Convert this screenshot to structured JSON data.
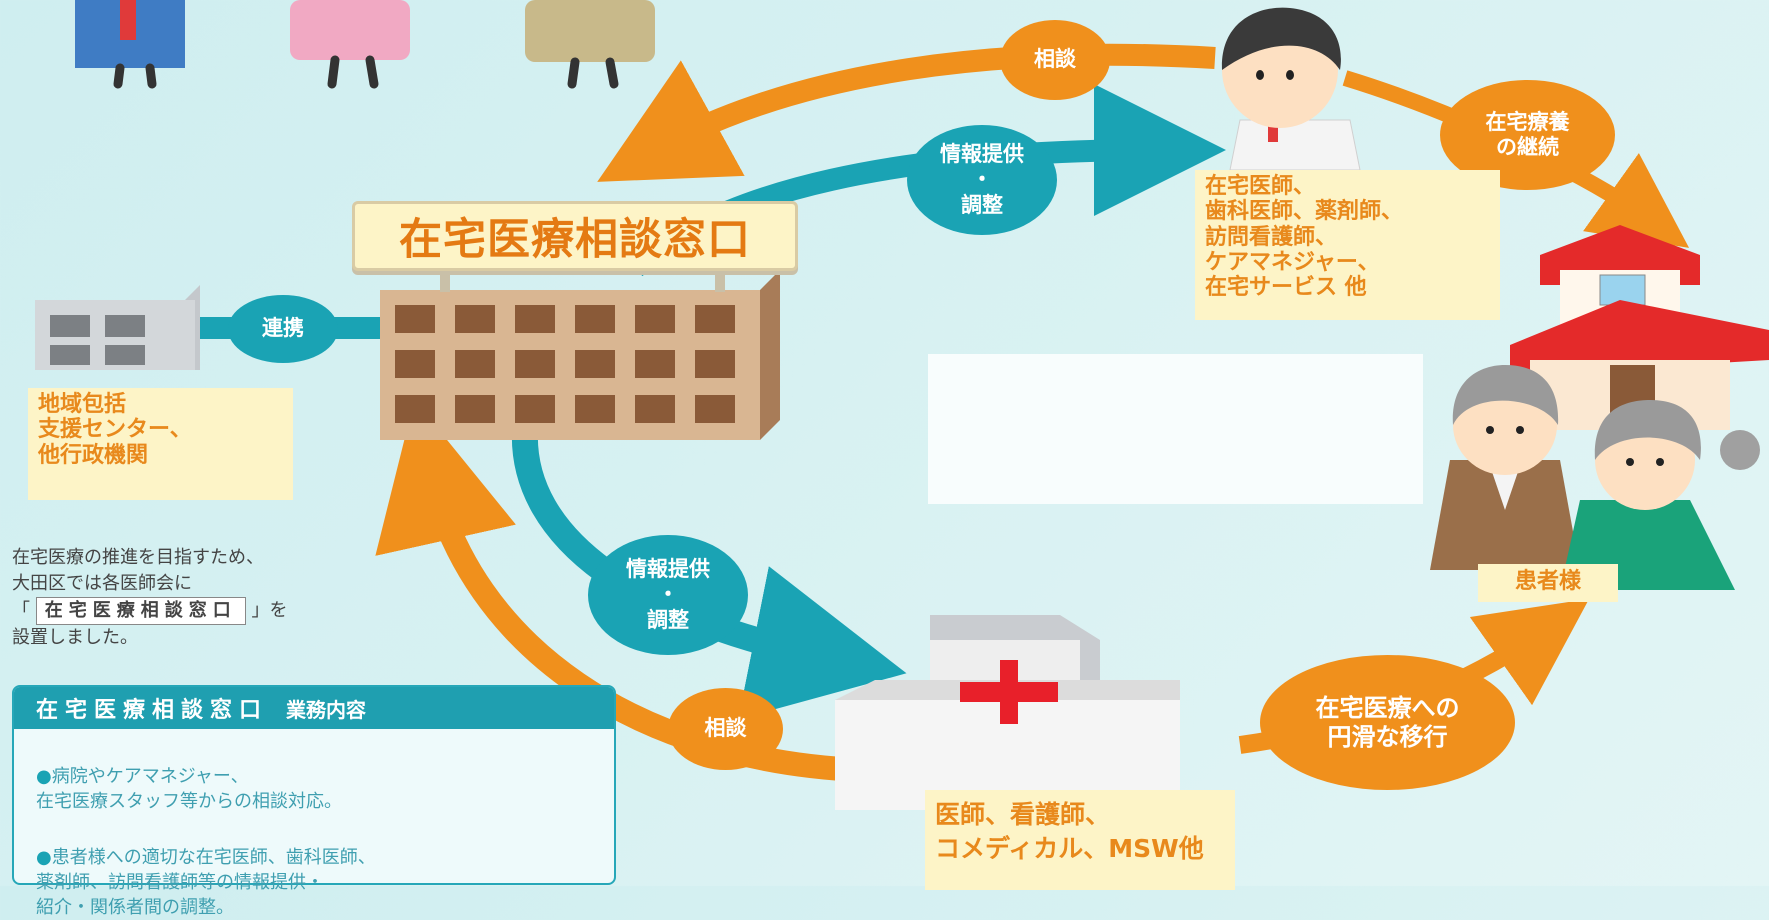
{
  "center": {
    "title": "在宅医療相談窓口"
  },
  "bubbles": {
    "consult_top": "相談",
    "info_top": "情報提供\n・\n調整",
    "info_bottom": "情報提供\n・\n調整",
    "consult_bottom": "相談",
    "renkei": "連携",
    "continue_home": "在宅療養\nの継続",
    "transition": "在宅医療への\n円滑な移行"
  },
  "notes": {
    "local_center": "地域包括\n支援センター、\n他行政機関",
    "home_doctors": "在宅医師、\n歯科医師、薬剤師、\n訪問看護師、\nケアマネジャー、\n在宅サービス 他",
    "hospital_staff": "医師、看護師、\nコメディカル、MSW他",
    "patient": "患者様"
  },
  "intro": {
    "line1": "在宅医療の推進を目指すため、",
    "line2": "大田区では各医師会に",
    "open_bracket": "「",
    "highlight": "在宅医療相談窓口",
    "close_bracket": "」を",
    "line4": "設置しました。"
  },
  "duties": {
    "title": "在宅医療相談窓口",
    "subtitle": "業務内容",
    "bullet": "●",
    "items": [
      "病院やケアマネジャー、\n在宅医療スタッフ等からの相談対応。",
      "患者様への適切な在宅医師、歯科医師、\n薬剤師、訪問看護師等の情報提供・\n紹介・関係者間の調整。"
    ]
  },
  "colors": {
    "orange": "#f0901c",
    "teal": "#1aa3b4",
    "note_bg": "#fdf4c7",
    "cross": "#e8202a"
  }
}
